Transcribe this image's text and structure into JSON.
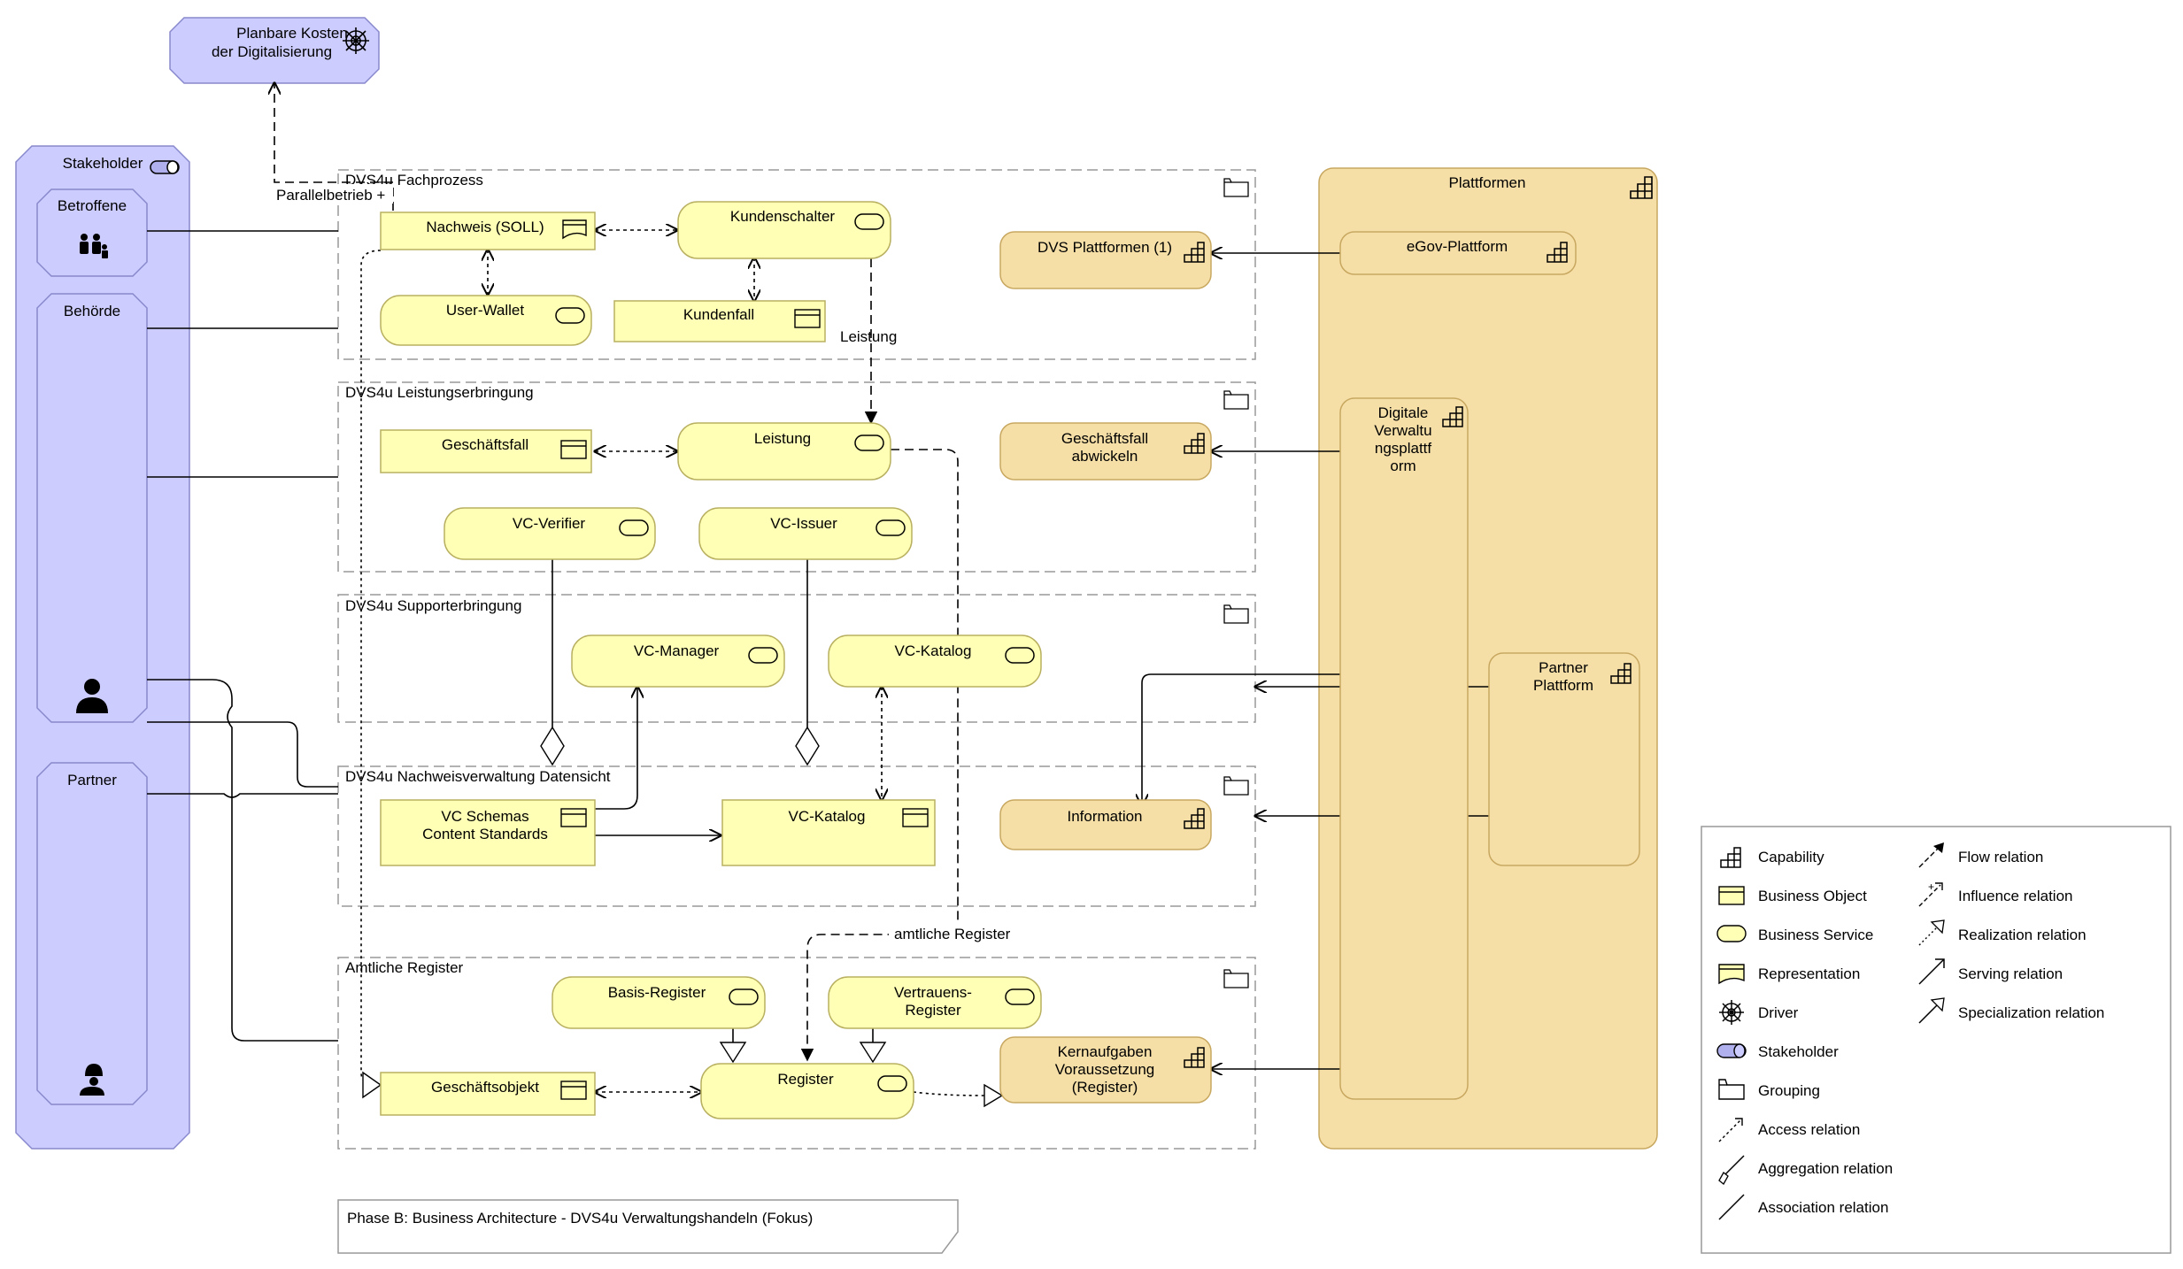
{
  "driver": {
    "line1": "Planbare Kosten",
    "line2": "der Digitalisierung"
  },
  "edge_labels": {
    "parallel": "Parallelbetrieb +",
    "leistung": "Leistung",
    "amtliche_register": "amtliche Register"
  },
  "stakeholder": {
    "title": "Stakeholder",
    "betroffene": "Betroffene",
    "behoerde": "Behörde",
    "partner": "Partner"
  },
  "groups": {
    "fachprozess": "DVS4u Fachprozess",
    "leistungserbringung": "DVS4u Leistungserbringung",
    "supporterbringung": "DVS4u Supporterbringung",
    "nachweisverwaltung": "DVS4u Nachweisverwaltung Datensicht",
    "amtliche_register": "Amtliche Register"
  },
  "elements": {
    "nachweis": "Nachweis (SOLL)",
    "kundenschalter": "Kundenschalter",
    "user_wallet": "User-Wallet",
    "kundenfall": "Kundenfall",
    "geschaeftsfall": "Geschäftsfall",
    "leistung": "Leistung",
    "vc_verifier": "VC-Verifier",
    "vc_issuer": "VC-Issuer",
    "vc_manager": "VC-Manager",
    "vc_katalog_service": "VC-Katalog",
    "vc_schemas": [
      "VC Schemas",
      "Content Standards"
    ],
    "vc_katalog_object": "VC-Katalog",
    "basis_register": "Basis-Register",
    "vertrauens_register": [
      "Vertrauens-",
      "Register"
    ],
    "geschaeftsobjekt": "Geschäftsobjekt",
    "register": "Register",
    "dvs_plattformen": "DVS Plattformen (1)",
    "geschaeftsfall_abwickeln": [
      "Geschäftsfall",
      "abwickeln"
    ],
    "information": "Information",
    "kernaufgaben": [
      "Kernaufgaben",
      "Voraussetzung",
      "(Register)"
    ]
  },
  "plattformen": {
    "title": "Plattformen",
    "egov": "eGov-Plattform",
    "digitale": [
      "Digitale",
      "Verwaltu",
      "ngsplattf",
      "orm"
    ],
    "partner": [
      "Partner",
      "Plattform"
    ]
  },
  "footer": {
    "title": "Phase B: Business Architecture - DVS4u Verwaltungshandeln (Fokus)"
  },
  "legend": {
    "left": [
      "Capability",
      "Business Object",
      "Business Service",
      "Representation",
      "Driver",
      "Stakeholder",
      "Grouping",
      "Access relation",
      "Aggregation relation",
      "Association relation"
    ],
    "right": [
      "Flow relation",
      "Influence relation",
      "Realization relation",
      "Serving relation",
      "Specialization relation"
    ]
  },
  "colors": {
    "business_fill": "#ffffb5",
    "business_stroke": "#b8b060",
    "motivation_fill": "#ccccff",
    "motivation_stroke": "#8888cc",
    "strategy_fill": "#f5dfa7",
    "strategy_stroke": "#c8a860",
    "grouping_stroke": "#999999"
  }
}
